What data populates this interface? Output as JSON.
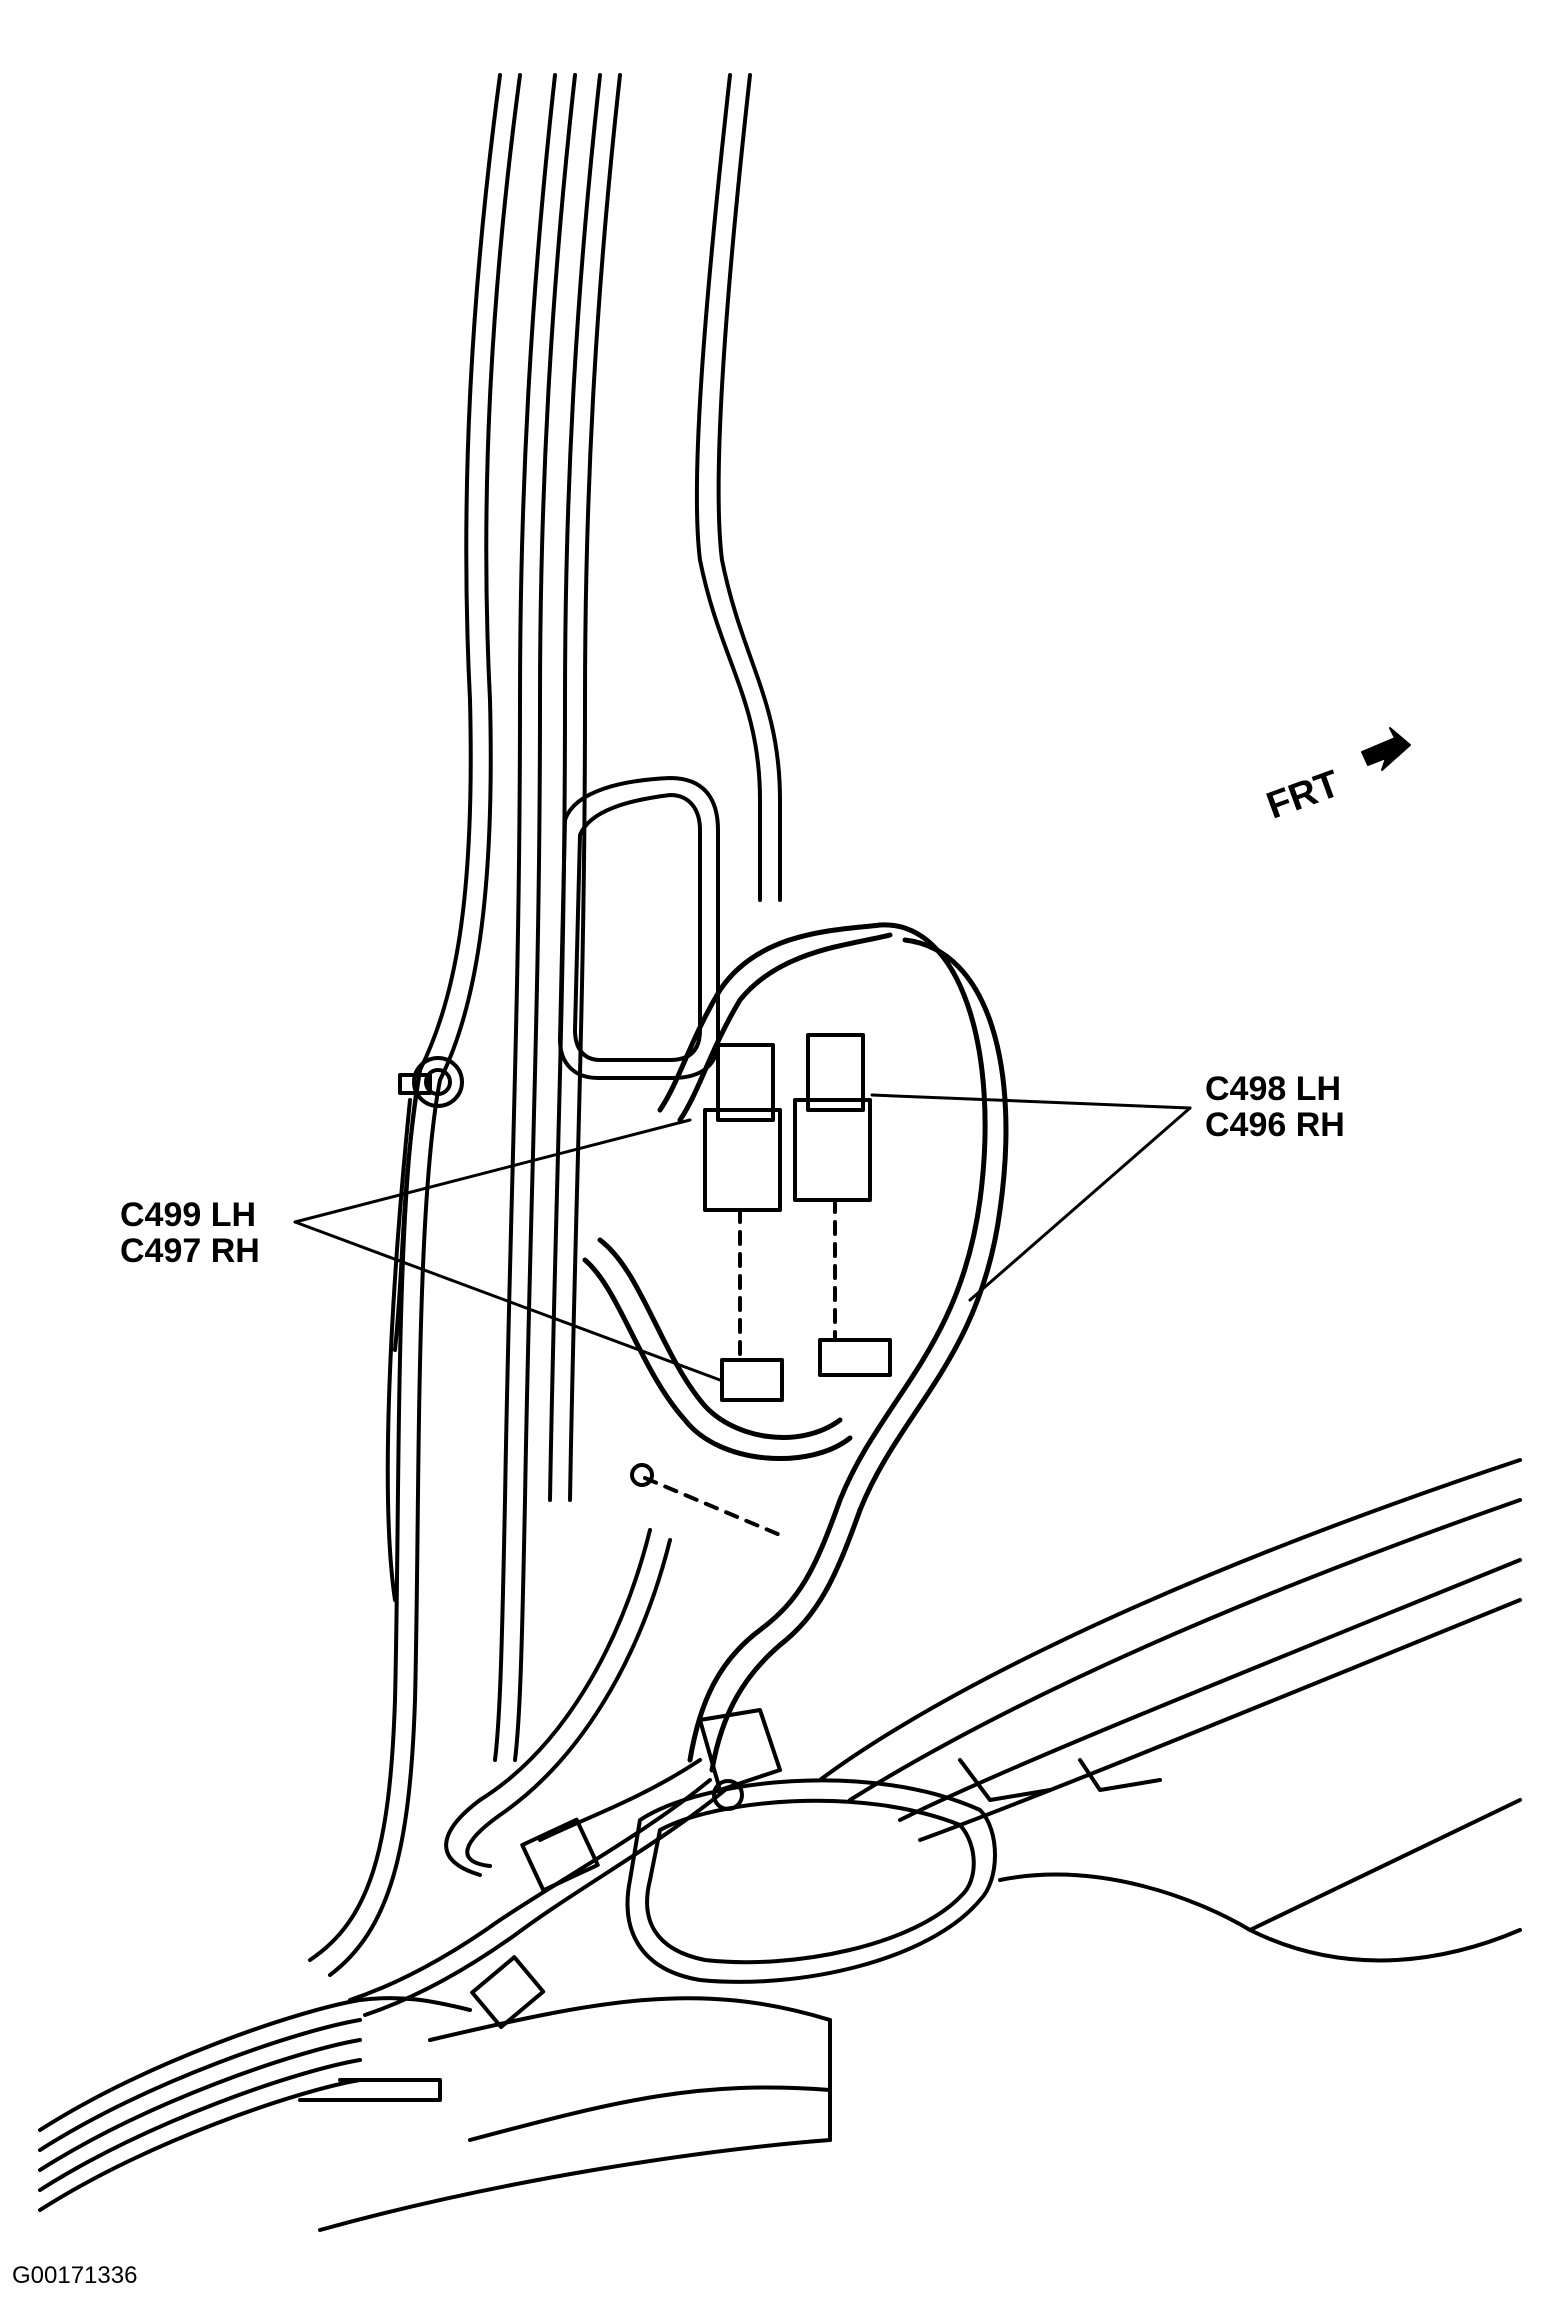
{
  "figure": {
    "id": "G00171336"
  },
  "direction": {
    "label": "FRT"
  },
  "callouts": {
    "upper_right": {
      "line1": "C498 LH",
      "line2": "C496 RH"
    },
    "left": {
      "line1": "C499 LH",
      "line2": "C497 RH"
    }
  },
  "colors": {
    "ink": "#000000",
    "paper": "#ffffff"
  }
}
